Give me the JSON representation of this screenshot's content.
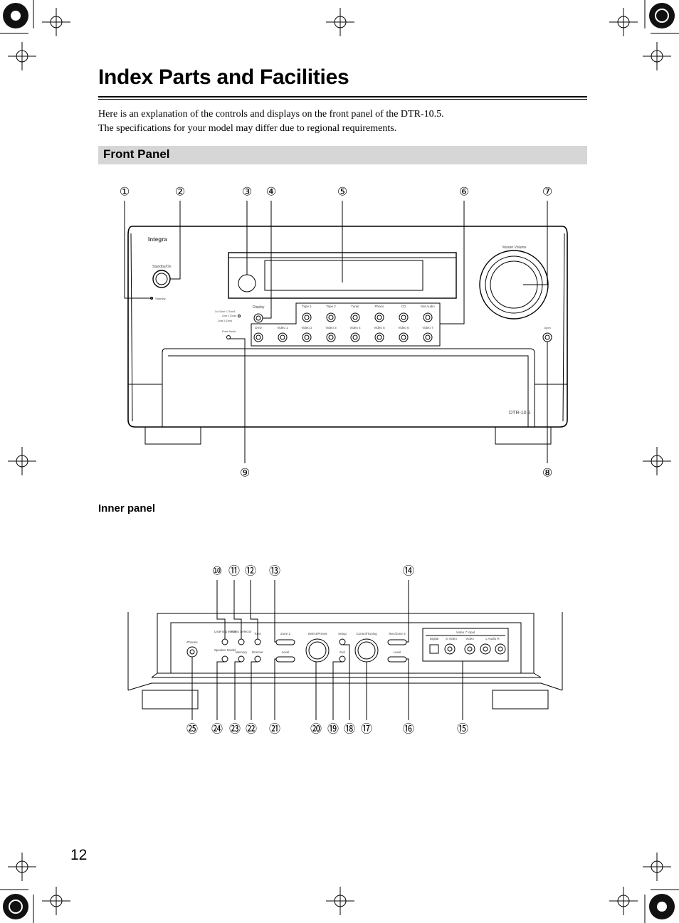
{
  "page": {
    "title": "Index Parts and Facilities",
    "intro_line1": "Here is an explanation of the controls and displays on the front panel of the DTR-10.5.",
    "intro_line2": "The specifications for your model may differ due to regional requirements.",
    "section_title": "Front Panel",
    "inner_panel_heading": "Inner panel",
    "page_number": "12"
  },
  "front_panel": {
    "brand": "Integra",
    "model": "DTR-10.5",
    "standby_on": "Standby/On",
    "standby": "Standby",
    "display": "Display",
    "master_volume": "Master Volume",
    "open": "Open",
    "pure_audio": "Pure Audio",
    "zone_labels": [
      "Cur./Zone 2 / Zone3",
      "Zone 2 (Zone)",
      "Zone 3 (Zone)"
    ],
    "top_row": [
      "Tape 1",
      "Tape 2",
      "Tuner",
      "Phono",
      "CD",
      "Net Audio"
    ],
    "bottom_row": [
      "DVD",
      "Video 1",
      "Video 2",
      "Video 3",
      "Video 4",
      "Video 5",
      "Video 6",
      "Video 7"
    ],
    "callouts": [
      "①",
      "②",
      "③",
      "④",
      "⑤",
      "⑥",
      "⑦",
      "⑧",
      "⑨"
    ]
  },
  "inner_panel": {
    "phones": "Phones",
    "listening_mode": "Listening Mode",
    "audio_selector": "Audio Selector",
    "tone": "Tone",
    "zone2": "Zone 2",
    "level": "Level",
    "select_preset": "Select/Preset",
    "setup": "Setup",
    "exit": "Exit",
    "control_tuning": "Control/Tuning",
    "rec_zone3": "Rec/Zone 3",
    "level2": "Level",
    "speaker_model": "Speaker Model",
    "memory": "Memory",
    "dimmer": "Dimmer",
    "video_input": "Video 7 Input",
    "digital": "Digital",
    "svideo": "S Video",
    "video": "Video",
    "audio": "L Audio R",
    "callouts": [
      "⑩",
      "⑪",
      "⑫",
      "⑬",
      "⑭",
      "⑮",
      "⑯",
      "⑰",
      "⑱",
      "⑲",
      "⑳",
      "㉑",
      "㉒",
      "㉓",
      "㉔",
      "㉕"
    ]
  }
}
